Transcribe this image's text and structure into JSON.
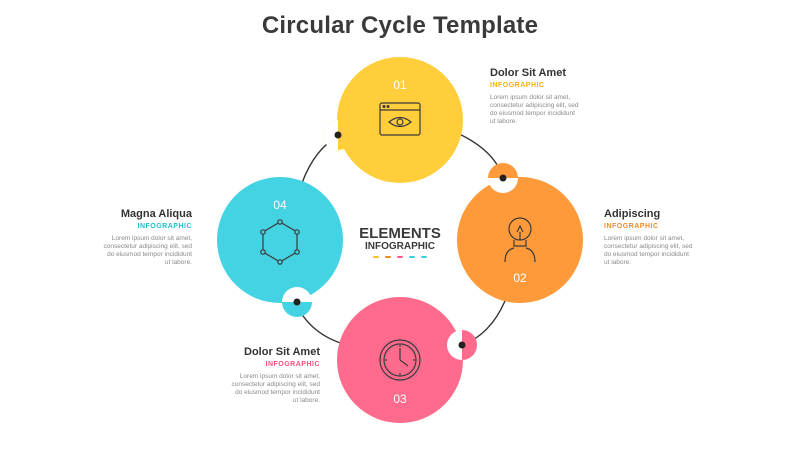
{
  "title": "Circular Cycle Template",
  "center": {
    "line1": "ELEMENTS",
    "line2": "INFOGRAPHIC",
    "dot_colors": [
      "#fbbf24",
      "#f28c28",
      "#ff5c8a",
      "#3ecfe0",
      "#3ecfe0"
    ]
  },
  "steps": [
    {
      "number": "01",
      "color": "#ffce3a",
      "icon": "browser-eye-icon",
      "title": "Dolor Sit Amet",
      "subtitle": "INFOGRAPHIC",
      "subtitle_color": "#f5b400",
      "body": [
        "Lorem ipsum dolor sit amet,",
        "consectetur adipiscing elit, sed",
        "do eiusmod tempor incididunt",
        "ut labore."
      ]
    },
    {
      "number": "02",
      "color": "#ff9a3a",
      "icon": "lightbulb-person-icon",
      "title": "Adipiscing",
      "subtitle": "INFOGRAPHIC",
      "subtitle_color": "#f28c28",
      "body": [
        "Lorem ipsum dolor sit amet,",
        "consectetur adipiscing elit, sed",
        "do eiusmod tempor incididunt",
        "ut labore."
      ]
    },
    {
      "number": "03",
      "color": "#ff6b8d",
      "icon": "clock-icon",
      "title": "Dolor Sit Amet",
      "subtitle": "INFOGRAPHIC",
      "subtitle_color": "#ff4f7b",
      "body": [
        "Lorem ipsum dolor sit amet,",
        "consectetur adipiscing elit, sed",
        "do eiusmod tempor incididunt",
        "ut labore."
      ]
    },
    {
      "number": "04",
      "color": "#44d3e2",
      "icon": "hexagon-network-icon",
      "title": "Magna Aliqua",
      "subtitle": "INFOGRAPHIC",
      "subtitle_color": "#22bfd0",
      "body": [
        "Lorem ipsum dolor sit amet,",
        "consectetur adipiscing elit, sed",
        "do eiusmod tempor incididunt",
        "ut labore."
      ]
    }
  ]
}
